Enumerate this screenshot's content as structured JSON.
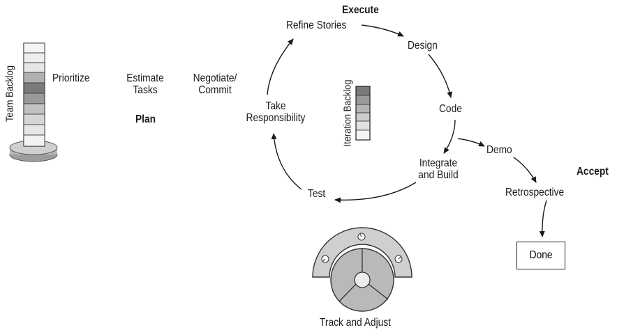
{
  "plan": {
    "team_backlog": "Team Backlog",
    "prioritize": "Prioritize",
    "estimate_tasks": "Estimate Tasks",
    "negotiate_commit": "Negotiate/ Commit",
    "title": "Plan"
  },
  "execute": {
    "title": "Execute",
    "refine_stories": "Refine Stories",
    "design": "Design",
    "code": "Code",
    "integrate_build": "Integrate and Build",
    "test": "Test",
    "take_responsibility": "Take Responsibility",
    "iteration_backlog": "Iteration Backlog"
  },
  "accept": {
    "title": "Accept",
    "demo": "Demo",
    "retrospective": "Retrospective",
    "done": "Done"
  },
  "track": {
    "label": "Track and Adjust"
  },
  "colors": {
    "ink": "#1a1a1a",
    "dark_cell": "#7a7a7a",
    "mid_cell": "#a8a8a8",
    "light_cell": "#e4e4e4",
    "base_gray": "#b8b8b8"
  }
}
